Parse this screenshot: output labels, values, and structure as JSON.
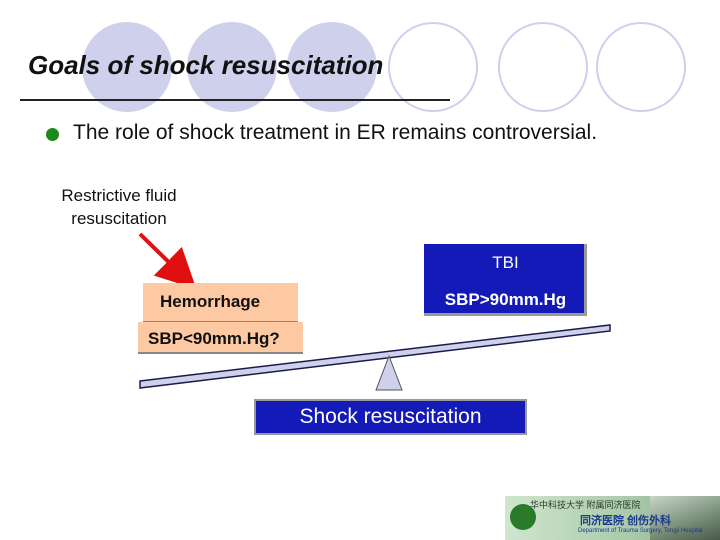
{
  "title": "Goals of shock resuscitation",
  "bullet": "The role of shock treatment in ER remains controversial.",
  "restrictive_label": "Restrictive fluid resuscitation",
  "hemorrhage": {
    "label": "Hemorrhage",
    "sbp": "SBP<90mm.Hg?"
  },
  "tbi": {
    "label": "TBI",
    "sbp": "SBP>90mm.Hg"
  },
  "shock_label": "Shock resuscitation",
  "logo": {
    "top_text": "华中科技大学 附属同济医院",
    "main_text": "同济医院   创伤外科",
    "sub_text": "Department of Trauma Surgery, Tongji Hospital"
  },
  "colors": {
    "accent_blue": "#141ab8",
    "box_peach": "#fcc9a2",
    "circle_lavender": "#cfd0ec",
    "arrow_red": "#e01010",
    "bullet_green": "#1a8a1a"
  }
}
